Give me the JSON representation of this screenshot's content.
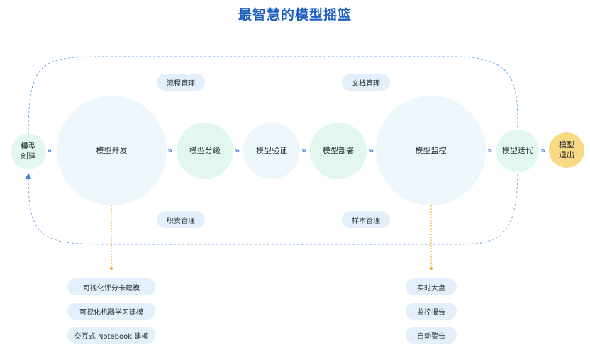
{
  "title": "最智慧的模型摇篮",
  "nodes": {
    "create": "模型\n创建",
    "develop": "模型开发",
    "grading": "模型分级",
    "validation": "模型验证",
    "deploy": "模型部署",
    "monitor": "模型监控",
    "iterate": "模型迭代",
    "exit": "模型\n退出"
  },
  "arrow_glyph": "»",
  "loop_labels": {
    "process": "流程管理",
    "docs": "文档管理",
    "duties": "职责管理",
    "samples": "样本管理"
  },
  "develop_features": [
    "可视化评分卡建模",
    "可视化机器学习建模",
    "交互式 Notebook 建模"
  ],
  "monitor_features": [
    "实时大盘",
    "监控报告",
    "自动警告"
  ],
  "colors": {
    "title": "#1f5fbf",
    "loop_line": "#6aa6e6",
    "arrow": "#3c82d8",
    "connector": "#f5a623",
    "light_node": "#eef8fc",
    "green_node": "#e2f8ef",
    "exit_node": "#f8da84",
    "pill": "#e3effb"
  }
}
